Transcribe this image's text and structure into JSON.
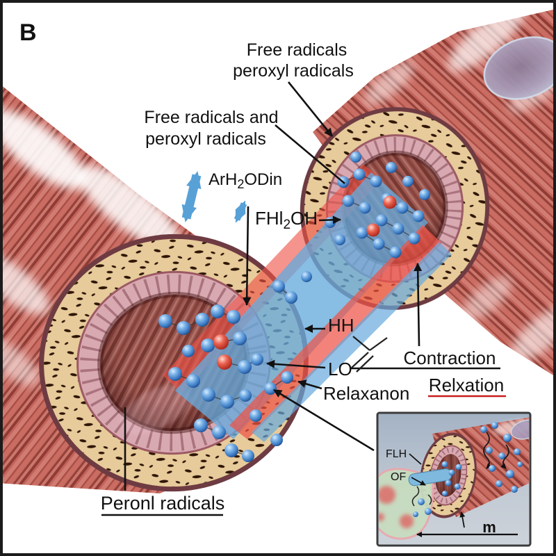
{
  "figure": {
    "panel_label": "B",
    "labels": {
      "free_radicals_top_line1": "Free radicals",
      "free_radicals_top_line2": "peroxyl radicals",
      "free_radicals_left_line1": "Free radicals and",
      "free_radicals_left_line2": "peroxyl radicals",
      "arh2odin_pre": "ArH",
      "arh2odin_sub": "2",
      "arh2odin_post": "ODin",
      "fhl2oh_pre": "FHl",
      "fhl2oh_sub": "2",
      "fhl2oh_post": "OH",
      "hh": "HH",
      "lo": "LO",
      "contraction": "Contraction",
      "relxation": "Relxation",
      "relaxanon": "Relaxanon",
      "peronl_radicals": "Peronl radicals"
    },
    "inset_labels": {
      "flh": "FLH",
      "of": "OF",
      "m": "m"
    },
    "colors": {
      "label_red": "#c81d1d",
      "pointer_black": "#111111",
      "beam_blue": "#66aadd",
      "beam_red": "#ee5347",
      "muscle_red": "#c4635b",
      "muscle_dark": "#8e3c35",
      "wall_tan": "#e7cb9b",
      "wall_speckle": "#2e1505",
      "cell_pink": "#d9a9b1",
      "cell_border": "#a06a74",
      "lumen_red": "#9d5751",
      "sphere_blue": "#4a8fd0",
      "sphere_red": "#d84a3c",
      "nucleus_purple": "#a89bb8",
      "inset_bg": "#a3b2c4",
      "synapse_green": "#c7dcc0",
      "synapse_pink": "#e8a8ae"
    }
  }
}
